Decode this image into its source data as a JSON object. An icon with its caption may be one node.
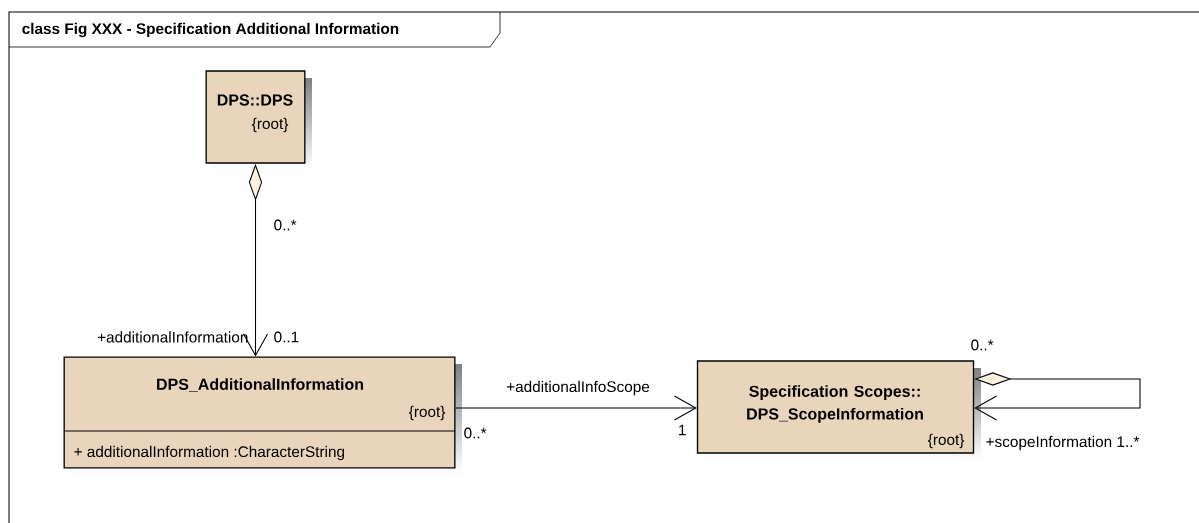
{
  "diagram": {
    "title": "class Fig XXX - Specification Additional Information",
    "nodes": [
      {
        "text": [
          "DPS::DPS",
          "{root}"
        ]
      },
      {
        "text": [
          "DPS_AdditionalInformation",
          "{root}",
          "+ additionalInformation :CharacterString"
        ]
      },
      {
        "text": [
          "Specification Scopes:: DPS_ScopeInformation",
          "{root}"
        ]
      }
    ],
    "edges": [
      {
        "from": 0,
        "to": 1,
        "arrow": "to"
      },
      {
        "from": 1,
        "to": 2,
        "arrow": "to",
        "label": "+additionalInfoScope"
      },
      {
        "from": 2,
        "to": 2,
        "arrow": "to"
      }
    ],
    "labels": [
      "0..*",
      "+additionalInformation",
      "0..1",
      "0..*",
      "0..*",
      "1",
      "+scopeInformation 1..*"
    ]
  }
}
